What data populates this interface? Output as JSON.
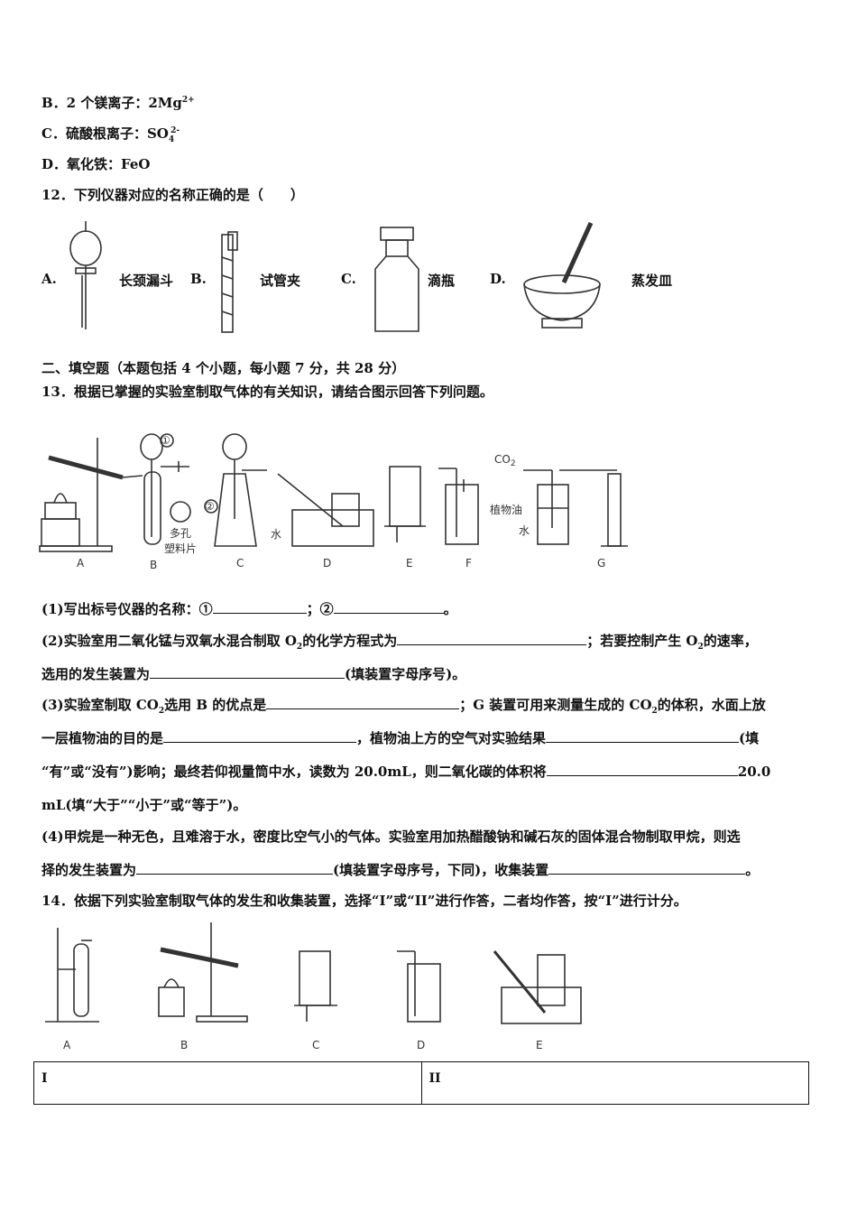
{
  "q11": {
    "optB": {
      "prefix": "B．2 个镁离子：2Mg",
      "sup": "2+"
    },
    "optC": {
      "prefix": "C．硫酸根离子：SO",
      "sub": "4",
      "sup": "2-"
    },
    "optD": "D．氧化铁：FeO"
  },
  "q12": {
    "stem": "12．下列仪器对应的名称正确的是（　　）",
    "options": [
      {
        "letter": "A.",
        "name": "长颈漏斗",
        "icon": "separatory-funnel-icon"
      },
      {
        "letter": "B.",
        "name": "试管夹",
        "icon": "test-tube-clamp-icon"
      },
      {
        "letter": "C.",
        "name": "滴瓶",
        "icon": "reagent-bottle-icon"
      },
      {
        "letter": "D.",
        "name": "蒸发皿",
        "icon": "mortar-pestle-icon"
      }
    ]
  },
  "section2": "二、填空题（本题包括 4 个小题，每小题 7 分，共 28 分）",
  "q13": {
    "stem": "13．根据已掌握的实验室制取气体的有关知识，请结合图示回答下列问题。",
    "figure_labels": {
      "A": "A",
      "B": "B",
      "C": "C",
      "D": "D",
      "E": "E",
      "F": "F",
      "G": "G",
      "circle1": "①",
      "circle2": "②",
      "porous1": "多孔",
      "porous2": "塑料片",
      "water_d": "水",
      "co2": "CO",
      "co2_sub": "2",
      "oil": "植物油",
      "water_g": "水"
    },
    "p1": {
      "a": "(1)写出标号仪器的名称：①",
      "b": "；②",
      "c": "。"
    },
    "p2": {
      "a": "(2)实验室用二氧化锰与双氧水混合制取 O",
      "a_sub": "2",
      "b": "的化学方程式为",
      "c": "；若要控制产生 O",
      "c_sub": "2",
      "d": "的速率，",
      "e": "选用的发生装置为",
      "f": "(填装置字母序号)。"
    },
    "p3": {
      "a": "(3)实验室制取 CO",
      "a_sub": "2",
      "b": "选用 B 的优点是",
      "c": "；G 装置可用来测量生成的 CO",
      "c_sub": "2",
      "d": "的体积，水面上放",
      "e": "一层植物油的目的是",
      "f": "，植物油上方的空气对实验结果",
      "g": "(填",
      "h": "“有”或“没有”)影响；最终若仰视量筒中水，读数为 20.0mL，则二氧化碳的体积将",
      "i": "20.0",
      "j": "mL(填“大于”“小于”或“等于”)。"
    },
    "p4": {
      "a": "(4)甲烷是一种无色，且难溶于水，密度比空气小的气体。实验室用加热醋酸钠和碱石灰的固体混合物制取甲烷，则选",
      "b": "择的发生装置为",
      "c": "(填装置字母序号，下同)，收集装置",
      "d": "。"
    }
  },
  "q14": {
    "stem": "14．依据下列实验室制取气体的发生和收集装置，选择“I”或“II”进行作答，二者均作答，按“I”进行计分。",
    "figure_labels": [
      "A",
      "B",
      "C",
      "D",
      "E"
    ],
    "table": {
      "col1": "I",
      "col2": "II"
    }
  }
}
